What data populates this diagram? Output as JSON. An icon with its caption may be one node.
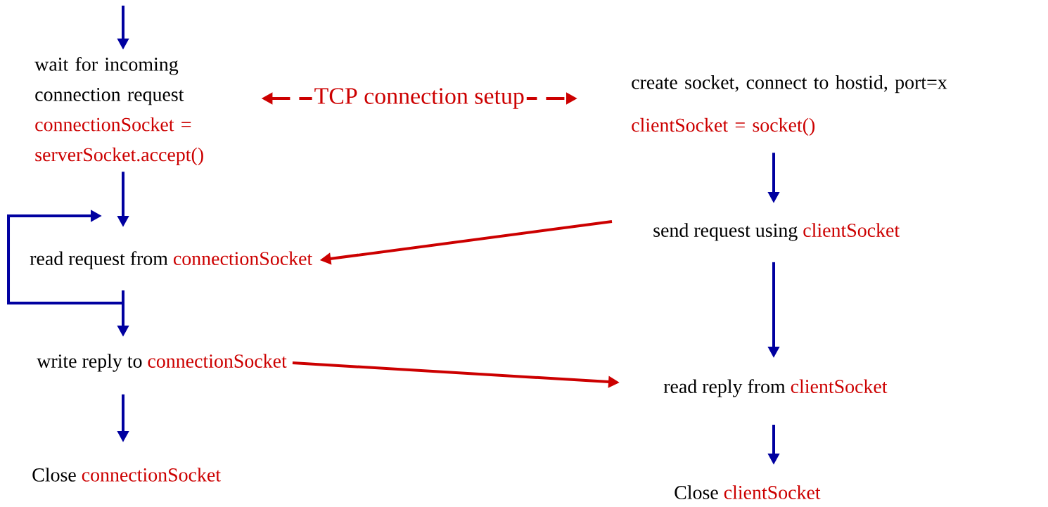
{
  "diagram": {
    "nodes": [
      {
        "text": [
          "wait for incoming connection request",
          "connectionSocket = serverSocket.accept()"
        ]
      },
      {
        "text": [
          "read request from",
          "connectionSocket"
        ]
      },
      {
        "text": [
          "write reply to",
          "connectionSocket"
        ]
      },
      {
        "text": [
          "Close",
          "connectionSocket"
        ]
      },
      {
        "text": [
          "create socket, connect to hostid, port=x",
          "clientSocket = socket()"
        ]
      },
      {
        "text": [
          "send request using",
          "clientSocket"
        ]
      },
      {
        "text": [
          "read reply from",
          "clientSocket"
        ]
      },
      {
        "text": [
          "Close",
          "clientSocket"
        ]
      }
    ],
    "edges": [
      {
        "from": null,
        "to": 0,
        "arrow": "to"
      },
      {
        "from": 0,
        "to": 1,
        "arrow": "to"
      },
      {
        "from": 1,
        "to": 1,
        "arrow": "to"
      },
      {
        "from": 1,
        "to": 2,
        "arrow": "to"
      },
      {
        "from": 2,
        "to": 3,
        "arrow": "to"
      },
      {
        "from": 0,
        "to": 4,
        "arrow": "both",
        "label": "TCP connection setup",
        "style": "dashed",
        "color": "#cc0000"
      },
      {
        "from": 4,
        "to": 5,
        "arrow": "to"
      },
      {
        "from": 5,
        "to": 1,
        "arrow": "to",
        "color": "#cc0000"
      },
      {
        "from": 5,
        "to": 6,
        "arrow": "to"
      },
      {
        "from": 2,
        "to": 6,
        "arrow": "to",
        "color": "#cc0000"
      },
      {
        "from": 6,
        "to": 7,
        "arrow": "to"
      }
    ]
  }
}
